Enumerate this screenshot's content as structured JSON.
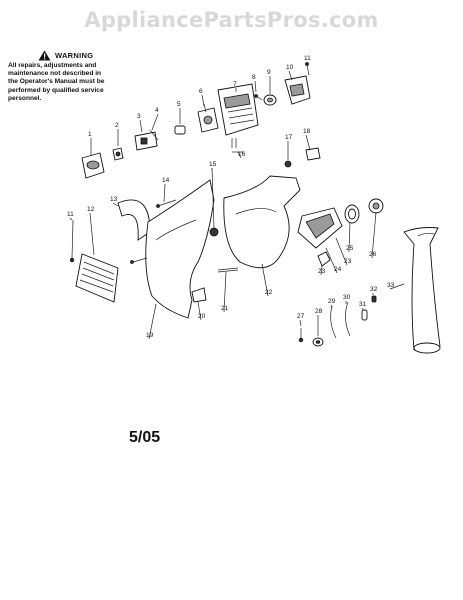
{
  "site": {
    "title": "AppliancePartsPros.com"
  },
  "warning": {
    "title": "WARNING",
    "text_lines": [
      "All repairs, adjustments and",
      "maintenance not described in",
      "the Operator's Manual must be",
      "performed by qualified service",
      "personnel."
    ]
  },
  "date_code": "5/05",
  "callouts": [
    "1",
    "2",
    "3",
    "4",
    "5",
    "6",
    "7",
    "8",
    "9",
    "10",
    "11",
    "11",
    "12",
    "13",
    "14",
    "15",
    "16",
    "17",
    "18",
    "19",
    "20",
    "21",
    "22",
    "23",
    "23",
    "24",
    "25",
    "26",
    "27",
    "28",
    "29",
    "30",
    "31",
    "32",
    "33"
  ]
}
